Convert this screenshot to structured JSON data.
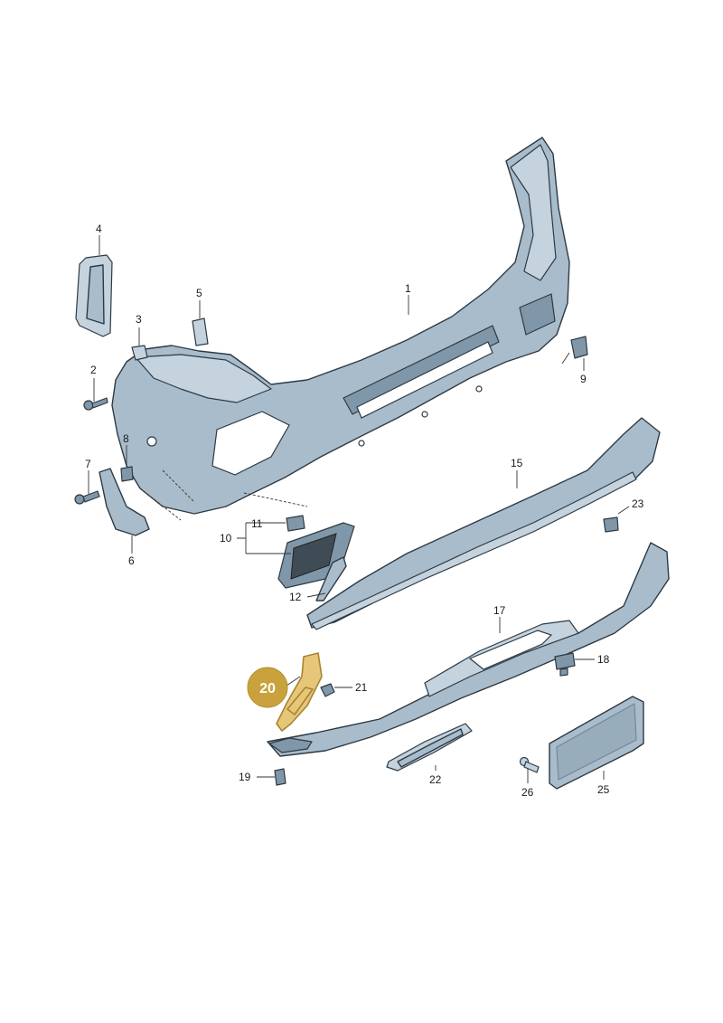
{
  "diagram": {
    "highlighted_part": "20",
    "parts": [
      {
        "id": "1",
        "name": "bumper-cover"
      },
      {
        "id": "2",
        "name": "screw"
      },
      {
        "id": "3",
        "name": "clip"
      },
      {
        "id": "4",
        "name": "reflector-cover"
      },
      {
        "id": "5",
        "name": "bracket"
      },
      {
        "id": "6",
        "name": "side-guide"
      },
      {
        "id": "7",
        "name": "screw"
      },
      {
        "id": "8",
        "name": "clip"
      },
      {
        "id": "9",
        "name": "tow-eye-cap"
      },
      {
        "id": "10",
        "name": "grille-assembly"
      },
      {
        "id": "11",
        "name": "clip"
      },
      {
        "id": "12",
        "name": "trim-strip"
      },
      {
        "id": "15",
        "name": "diffuser-panel"
      },
      {
        "id": "17",
        "name": "lower-spoiler"
      },
      {
        "id": "18",
        "name": "clip"
      },
      {
        "id": "19",
        "name": "screw"
      },
      {
        "id": "20",
        "name": "reinforcement-bracket"
      },
      {
        "id": "21",
        "name": "nut"
      },
      {
        "id": "22",
        "name": "trim-insert"
      },
      {
        "id": "23",
        "name": "clip"
      },
      {
        "id": "25",
        "name": "license-plate-bracket"
      },
      {
        "id": "26",
        "name": "screw"
      }
    ],
    "colors": {
      "part_fill": "#a9bccb",
      "outline": "#2e3a44",
      "highlight_fill": "#e6c77a",
      "highlight_badge": "#c9a23e"
    }
  }
}
